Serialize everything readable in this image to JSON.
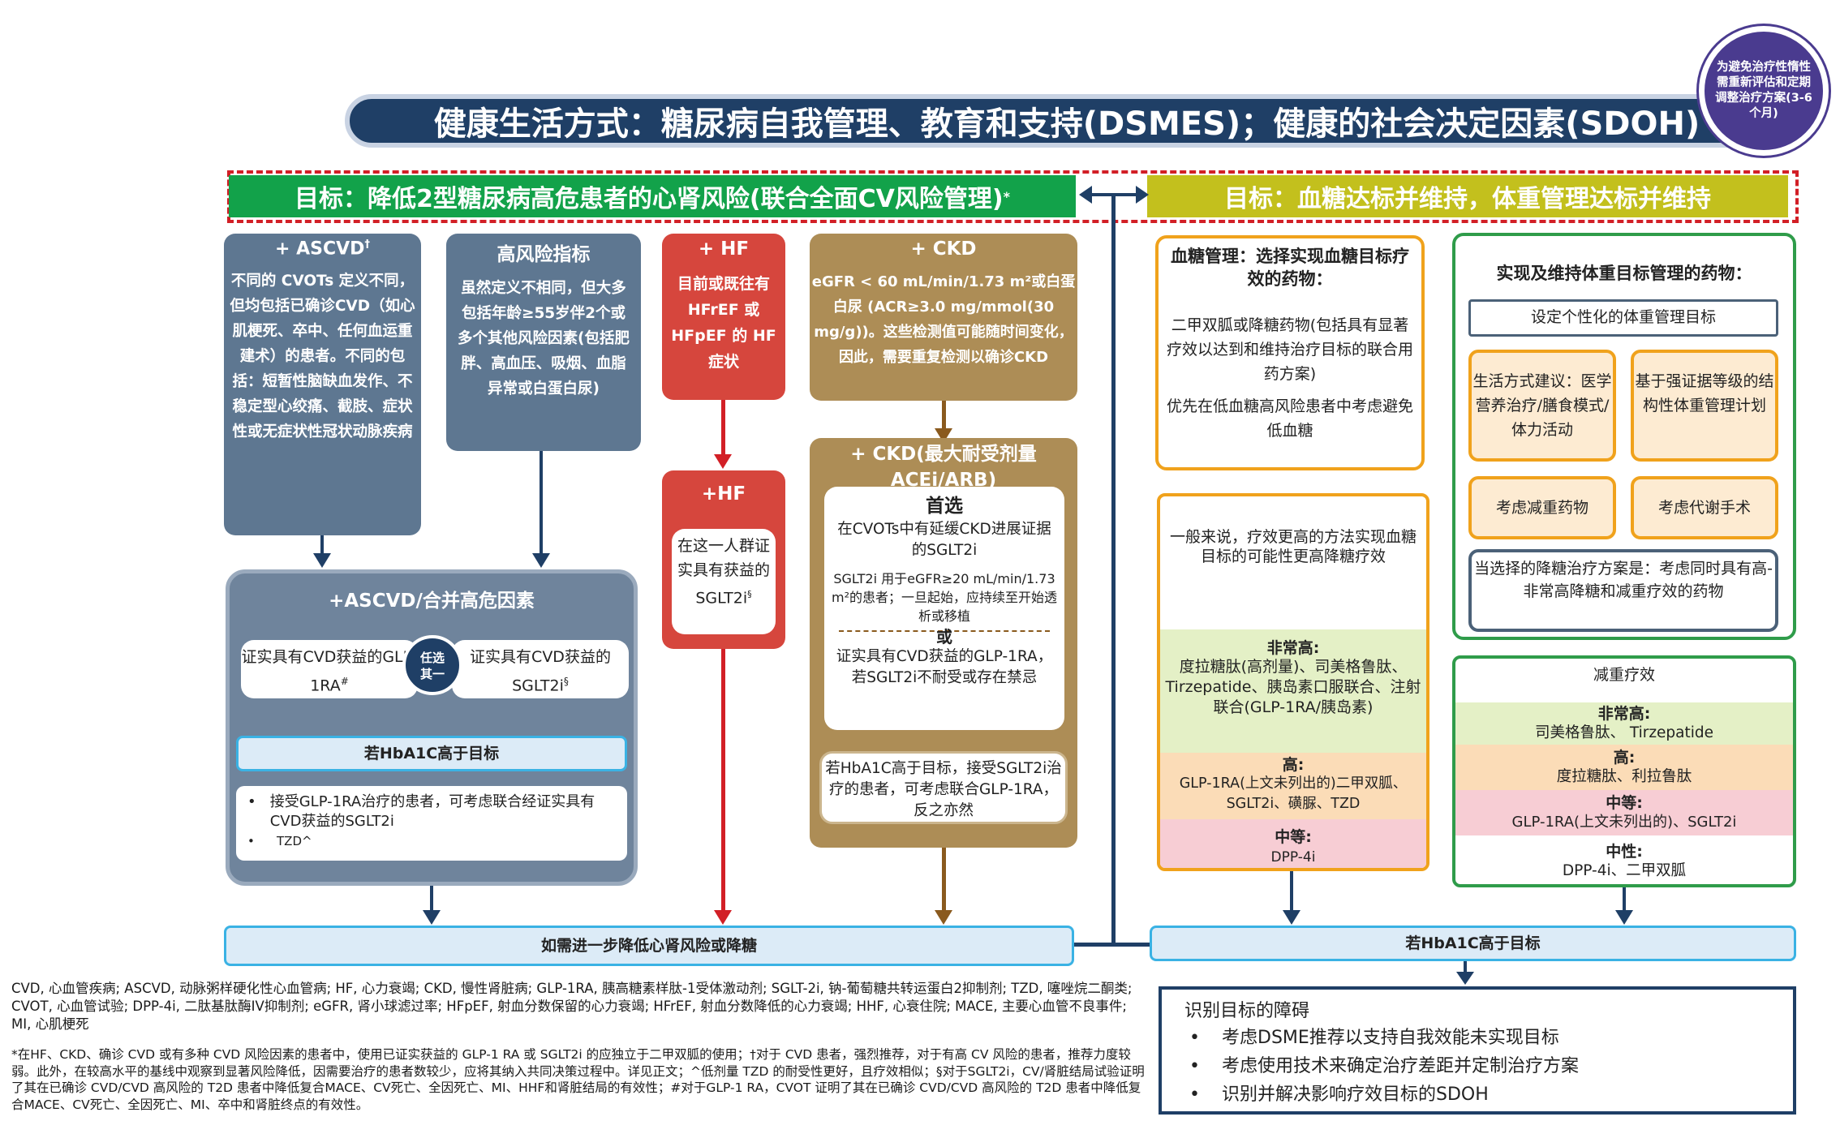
{
  "banner": {
    "title": "健康生活方式：糖尿病自我管理、教育和支持(DSMES)；健康的社会决定因素(SDOH)"
  },
  "circle": {
    "text": "为避免治疗性惰性需重新评估和定期调整治疗方案(3-6个月)"
  },
  "goals": {
    "left": "目标：降低2型糖尿病高危患者的心肾风险(联合全面CV风险管理)",
    "left_sup": "*",
    "right": "目标：血糖达标并维持，体重管理达标并维持"
  },
  "ascvd": {
    "title": "+ ASCVD",
    "sup": "†",
    "body": "不同的 CVOTs 定义不同，但均包括已确诊CVD（如心肌梗死、卒中、任何血运重建术）的患者。不同的包括：短暂性脑缺血发作、不稳定型心绞痛、截肢、症状性或无症状性冠状动脉疾病"
  },
  "risk": {
    "title": "高风险指标",
    "body": "虽然定义不相同，但大多包括年龄≥55岁伴2个或多个其他风险因素(包括肥胖、高血压、吸烟、血脂异常或白蛋白尿)"
  },
  "hf": {
    "title": "+ HF",
    "body": "目前或既往有 HFrEF 或 HFpEF 的 HF 症状",
    "title2": "+HF",
    "body2": "在这一人群证实具有获益的SGLT2i",
    "sup2": "§"
  },
  "ckd": {
    "title": "+ CKD",
    "body": "eGFR < 60 mL/min/1.73 m²或白蛋白尿 (ACR≥3.0 mg/mmol(30 mg/g))。这些检测值可能随时间变化，因此，需要重复检测以确诊CKD",
    "title2": "+ CKD(最大耐受剂量ACEi/ARB)",
    "pref": "首选",
    "pref_body": "在CVOTs中有延缓CKD进展证据的SGLT2i",
    "pref_small": "SGLT2i 用于eGFR≥20 mL/min/1.73 m²的患者；一旦起始，应持续至开始透析或移植",
    "or": "或",
    "alt": "证实具有CVD获益的GLP-1RA，若SGLT2i不耐受或存在禁忌",
    "hba1c_note": "若HbA1C高于目标，接受SGLT2i治疗的患者，可考虑联合GLP-1RA，反之亦然"
  },
  "combo": {
    "title": "+ASCVD/合并高危因素",
    "left": "证实具有CVD获益的GLP-1RA",
    "left_sup": "#",
    "pick": "任选其一",
    "right": "证实具有CVD获益的SGLT2i",
    "right_sup": "§",
    "hba1c": "若HbA1C高于目标",
    "b1": "接受GLP-1RA治疗的患者，可考虑联合经证实具有CVD获益的SGLT2i",
    "b2": "TZD^"
  },
  "bottom": {
    "left": "如需进一步降低心肾风险或降糖",
    "right": "若HbA1C高于目标"
  },
  "glucose": {
    "title": "血糖管理：选择实现血糖目标疗效的药物：",
    "p1": "二甲双胍或降糖药物(包括具有显著疗效以达到和维持治疗目标的联合用药方案)",
    "p2": "优先在低血糖高风险患者中考虑避免低血糖",
    "eff": "一般来说，疗效更高的方法实现血糖目标的可能性更高降糖疗效",
    "vh_t": "非常高:",
    "vh": "度拉糖肽(高剂量)、司美格鲁肽、Tirzepatide、胰岛素口服联合、注射联合(GLP-1RA/胰岛素)",
    "h_t": "高:",
    "h": "GLP-1RA(上文未列出的)二甲双胍、SGLT2i、磺脲、TZD",
    "m_t": "中等:",
    "m": "DPP-4i"
  },
  "weight": {
    "title": "实现及维持体重目标管理的药物：",
    "goal": "设定个性化的体重管理目标",
    "life": "生活方式建议：医学营养治疗/膳食模式/体力活动",
    "struct": "基于强证据等级的结构性体重管理计划",
    "drug": "考虑减重药物",
    "surgery": "考虑代谢手术",
    "when": "当选择的降糖治疗方案是：考虑同时具有高-非常高降糖和减重疗效的药物",
    "eff": "减重疗效",
    "vh_t": "非常高:",
    "vh": "司美格鲁肽、 Tirzepatide",
    "h_t": "高:",
    "h": "度拉糖肽、利拉鲁肽",
    "m_t": "中等:",
    "m": "GLP-1RA(上文未列出的)、SGLT2i",
    "n_t": "中性:",
    "n": "DPP-4i、二甲双胍"
  },
  "barriers": {
    "title": "识别目标的障碍",
    "items": [
      "考虑DSME推荐以支持自我效能未实现目标",
      "考虑使用技术来确定治疗差距并定制治疗方案",
      "识别并解决影响疗效目标的SDOH"
    ]
  },
  "footnotes": {
    "abbr": "CVD, 心血管疾病; ASCVD, 动脉粥样硬化性心血管病; HF, 心力衰竭; CKD, 慢性肾脏病; GLP-1RA, 胰高糖素样肽-1受体激动剂; SGLT-2i, 钠-葡萄糖共转运蛋白2抑制剂; TZD, 噻唑烷二酮类; CVOT, 心血管试验; DPP-4i, 二肽基肽酶IV抑制剂; eGFR, 肾小球滤过率; HFpEF, 射血分数保留的心力衰竭; HFrEF, 射血分数降低的心力衰竭; HHF, 心衰住院; MACE, 主要心血管不良事件; MI, 心肌梗死",
    "notes": "*在HF、CKD、确诊 CVD 或有多种 CVD 风险因素的患者中，使用已证实获益的 GLP-1 RA 或 SGLT2i 的应独立于二甲双胍的使用；†对于 CVD 患者，强烈推荐，对于有高 CV 风险的患者，推荐力度较弱。此外，在较高水平的基线中观察到显著风险降低，因需要治疗的患者数较少，应将其纳入共同决策过程中。详见正文；^低剂量 TZD 的耐受性更好，且疗效相似；§对于SGLT2i，CV/肾脏结局试验证明了其在已确诊 CVD/CVD 高风险的 T2D 患者中降低复合MACE、CV死亡、全因死亡、MI、HHF和肾脏结局的有效性；#对于GLP-1 RA，CVOT 证明了其在已确诊 CVD/CVD 高风险的 T2D 患者中降低复合MACE、CV死亡、全因死亡、MI、卒中和肾脏终点的有效性。"
  }
}
